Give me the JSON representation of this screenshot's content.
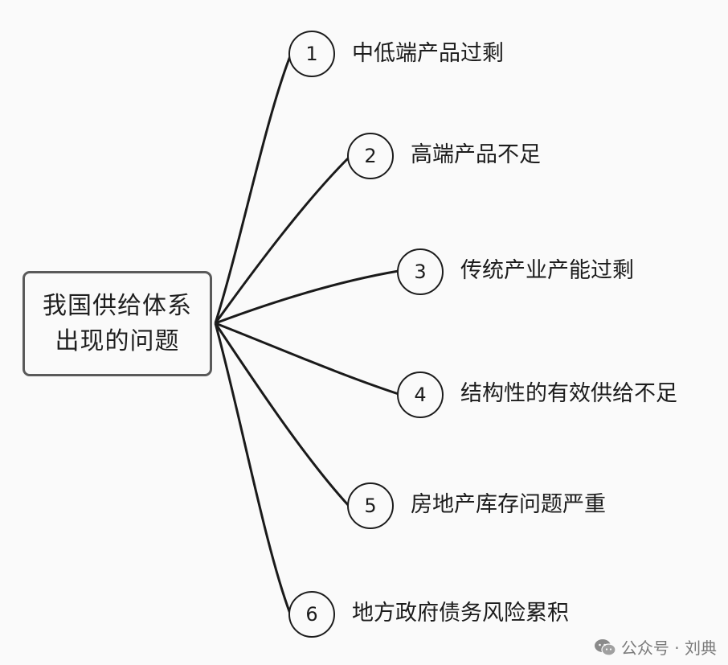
{
  "root": {
    "lines": [
      "我国供给体系",
      "出现的问题"
    ]
  },
  "items": [
    {
      "num": "1",
      "label": "中低端产品过剩"
    },
    {
      "num": "2",
      "label": "高端产品不足"
    },
    {
      "num": "3",
      "label": "传统产业产能过剩"
    },
    {
      "num": "4",
      "label": "结构性的有效供给不足"
    },
    {
      "num": "5",
      "label": "房地产库存问题严重"
    },
    {
      "num": "6",
      "label": "地方政府债务风险累积"
    }
  ],
  "watermark": {
    "icon": "wechat-icon",
    "text": "公众号 · 刘典"
  }
}
